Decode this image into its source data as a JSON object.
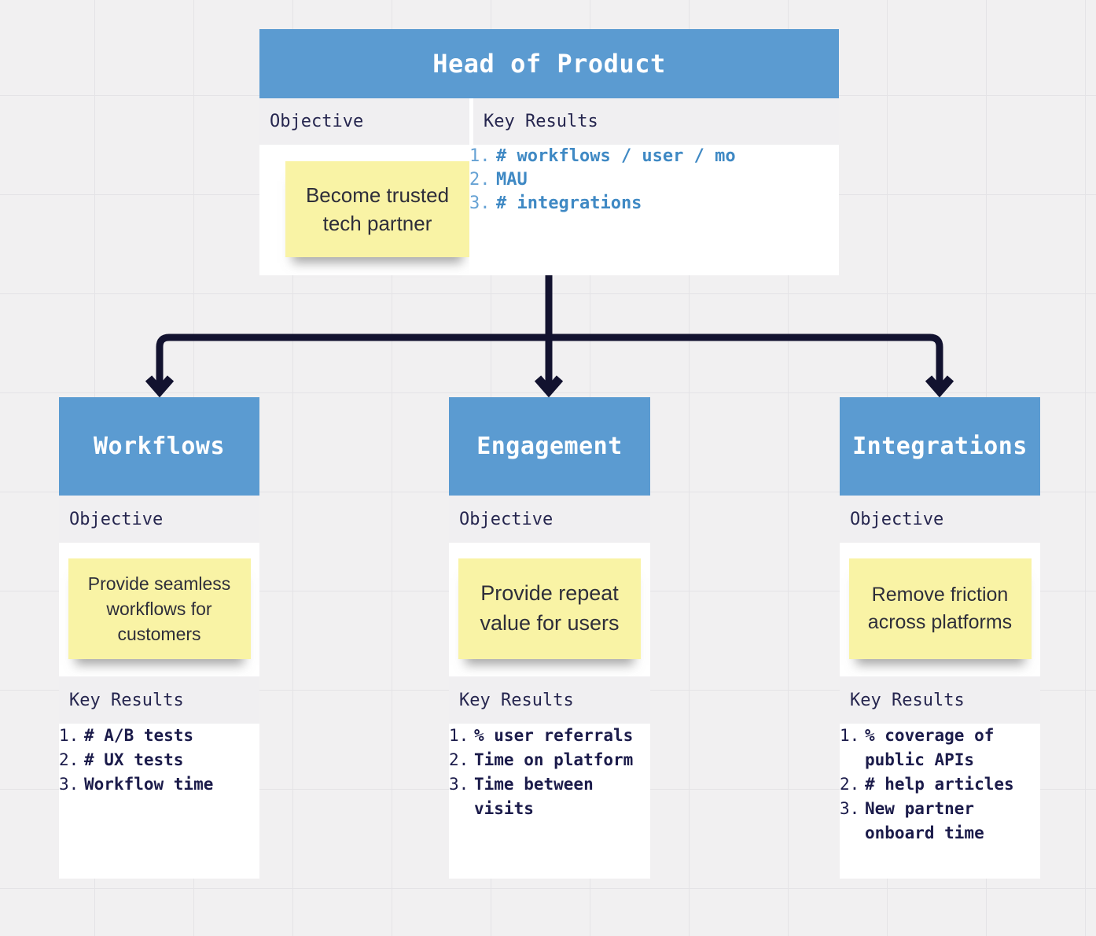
{
  "palette": {
    "header_blue": "#5b9bd1",
    "card_white": "#ffffff",
    "section_label_bg": "#f0eff1",
    "label_text_navy": "#26264f",
    "key_result_navy": "#1b1b4a",
    "key_result_blue": "#3f89c4",
    "key_result_number_blue": "#66a2d4",
    "sticky_yellow": "#f9f3a5",
    "sticky_text": "#2e2e3a",
    "connector_navy": "#12122f",
    "canvas_gray": "#f1f0f1",
    "grid_line_gray": "#e4e3e6"
  },
  "root_card": {
    "title": "Head of Product",
    "objective_label": "Objective",
    "key_results_label": "Key Results",
    "objective_note": "Become trusted tech partner",
    "key_results": [
      "# workflows / user / mo",
      "MAU",
      "# integrations"
    ]
  },
  "child_cards": [
    {
      "title": "Workflows",
      "objective_label": "Objective",
      "key_results_label": "Key Results",
      "objective_note": "Provide seamless workflows for customers",
      "key_results": [
        "# A/B tests",
        "# UX tests",
        "Workflow time"
      ]
    },
    {
      "title": "Engagement",
      "objective_label": "Objective",
      "key_results_label": "Key Results",
      "objective_note": "Provide repeat value for users",
      "key_results": [
        "% user referrals",
        "Time on platform",
        "Time between visits"
      ]
    },
    {
      "title": "Integrations",
      "objective_label": "Objective",
      "key_results_label": "Key Results",
      "objective_note": "Remove friction across platforms",
      "key_results": [
        "% coverage of public APIs",
        "# help articles",
        "New partner onboard time"
      ]
    }
  ]
}
